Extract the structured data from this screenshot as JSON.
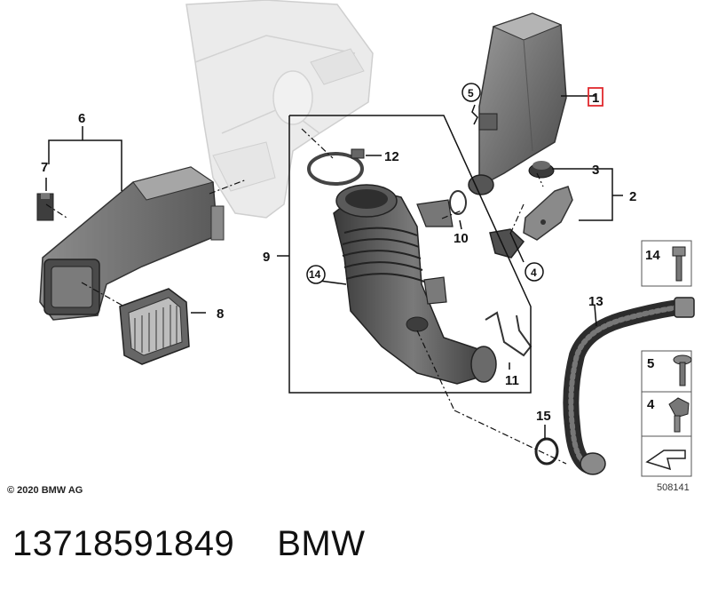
{
  "labels": {
    "p1": "1",
    "p2": "2",
    "p3": "3",
    "p4": "4",
    "p5": "5",
    "p6": "6",
    "p7": "7",
    "p8": "8",
    "p9": "9",
    "p10": "10",
    "p11": "11",
    "p12": "12",
    "p13": "13",
    "p14": "14",
    "p15": "15",
    "legend14": "14",
    "legend5": "5",
    "legend4": "4"
  },
  "copyright": "© 2020 BMW AG",
  "reference": "508141",
  "caption": {
    "part_number": "13718591849",
    "brand": "BMW"
  },
  "colors": {
    "highlight": "#e0282d",
    "line": "#111111",
    "part_fill": "#6f6f6f",
    "ghost": "#e6e6e6"
  }
}
